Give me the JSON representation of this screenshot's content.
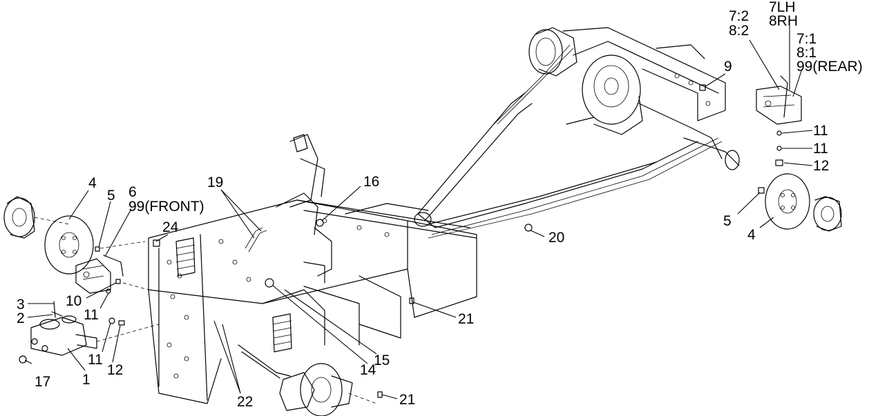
{
  "callouts": {
    "c1": "1",
    "c2": "2",
    "c3": "3",
    "c4_front": "4",
    "c5_front": "5",
    "c6": "6",
    "c99_front": "99(FRONT)",
    "c10": "10",
    "c11_a": "11",
    "c11_b": "11",
    "c12_front": "12",
    "c14": "14",
    "c15": "15",
    "c16": "16",
    "c17": "17",
    "c19": "19",
    "c20": "20",
    "c21_a": "21",
    "c21_b": "21",
    "c22": "22",
    "c24": "24",
    "c9": "9",
    "c7_2": "7:2",
    "c8_2": "8:2",
    "c7lh": "7LH",
    "c8rh": "8RH",
    "c7_1": "7:1",
    "c8_1": "8:1",
    "c99_rear": "99(REAR)",
    "c11_c": "11",
    "c11_d": "11",
    "c12_rear": "12",
    "c5_rear": "5",
    "c4_rear": "4"
  }
}
